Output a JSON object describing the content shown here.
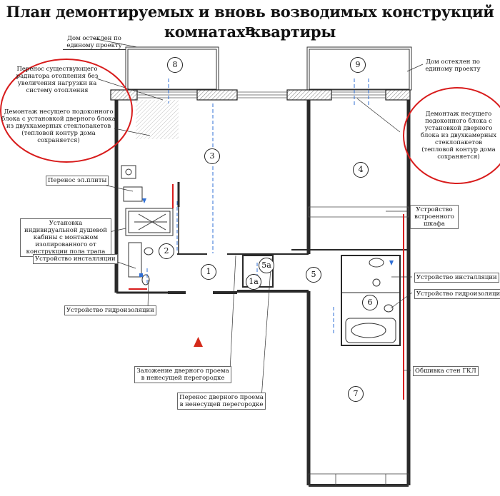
{
  "title": {
    "line1": "План демонтируемых и вновь возводимых конструкций в",
    "line2": "комнатах квартиры"
  },
  "callouts": {
    "glazed_left": "Дом остеклен по единому проекту",
    "glazed_right": "Дом остеклен по единому проекту",
    "radiator": "Перенос существующего радиатора отопления без увеличения нагрузки на систему отопления",
    "demolish_left": "Демонтаж несущего подоконного блока с установкой дверного блока из двухкамерных стеклопакетов (тепловой контур дома сохраняется)",
    "demolish_right": "Демонтаж несущего подоконного блока с установкой дверного блока из двухкамерных стеклопакетов (тепловой контур дома сохраняется)",
    "stove": "Перенос эл.плиты",
    "closet": "Устройство встроенного шкафа",
    "shower": "Установка индивидуальной душевой кабины с монтажом изолированного от конструкции пола трапа",
    "install_left": "Устройство инсталляции",
    "install_right": "Устройство инсталляции",
    "waterproof_right": "Устройство гидроизоляции",
    "waterproof_left": "Устройство гидроизоляции",
    "door_fill": "Заложение дверного проема в ненесущей перегородке",
    "door_move": "Перенос дверного проема в ненесущей перегородке",
    "gkl": "Обшивка стен ГКЛ"
  },
  "rooms": {
    "r8": "8",
    "r9": "9",
    "r3": "3",
    "r4": "4",
    "r2": "2",
    "r1": "1",
    "r5a": "5а",
    "r1a": "1а",
    "r5": "5",
    "r6": "6",
    "r7": "7"
  },
  "colors": {
    "wall": "#2a2a2a",
    "blue": "#2f6fd6",
    "red": "#d81c1c",
    "marker": "#d42a1a"
  }
}
